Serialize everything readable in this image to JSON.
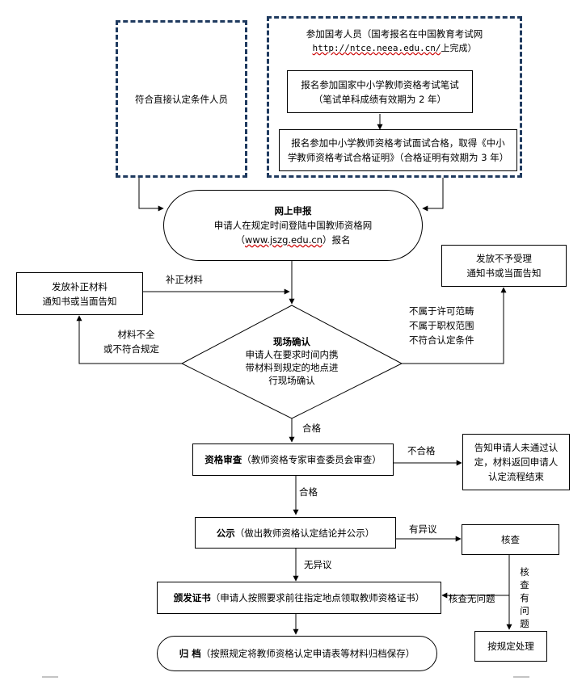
{
  "direct": {
    "text": "符合直接认定条件人员"
  },
  "exam": {
    "title": "参加国考人员（国考报名在中国教育考试网",
    "url": "http://ntce.neea.edu.cn/",
    "url_suffix": "上完成）",
    "written_line1": "报名参加国家中小学教师资格考试笔试",
    "written_line2": "（笔试单科成绩有效期为 2 年）",
    "interview_line1": "报名参加中小学教师资格考试面试合格，取得《中小",
    "interview_line2": "学教师资格考试合格证明》（合格证明有效期为 3 年）"
  },
  "online": {
    "title": "网上申报",
    "line1": "申请人在规定时间登陆中国教师资格网",
    "paren_open": "（",
    "url": "www.jszg.edu.cn",
    "line2_suffix": "）报名"
  },
  "supplement": {
    "line1": "发放补正材料",
    "line2": "通知书或当面告知",
    "arrow_label": "补正材料"
  },
  "reject": {
    "line1": "发放不予受理",
    "line2": "通知书或当面告知"
  },
  "left_label": {
    "line1": "材料不全",
    "line2": "或不符合规定"
  },
  "right_label": {
    "line1": "不属于许可范畴",
    "line2": "不属于职权范围",
    "line3": "不符合认定条件"
  },
  "onsite": {
    "title": "现场确认",
    "line1": "申请人在要求时间内携",
    "line2": "带材料到规定的地点进",
    "line3": "行现场确认"
  },
  "qual": {
    "title": "资格审查",
    "desc": "（教师资格专家审查委员会审查）"
  },
  "fail": {
    "label": "不合格",
    "line1": "告知申请人未通过认",
    "line2": "定，材料返回申请人",
    "line3": "认定流程结束"
  },
  "pass_label_1": "合格",
  "pass_label_2": "合格",
  "public": {
    "title": "公示",
    "desc": "（做出教师资格认定结论并公示）"
  },
  "objection": {
    "label": "有异议"
  },
  "verify": {
    "text": "核查"
  },
  "no_objection": "无异议",
  "issue": {
    "title": "颁发证书",
    "desc": "（申请人按照要求前往指定地点领取教师资格证书）"
  },
  "verify_ok": "核查无问题",
  "verify_problem": "核查有问题",
  "handle": {
    "text": "按规定处理"
  },
  "archive": {
    "title": "归 档",
    "desc": "（按照规定将教师资格认定申请表等材料归档保存）"
  }
}
